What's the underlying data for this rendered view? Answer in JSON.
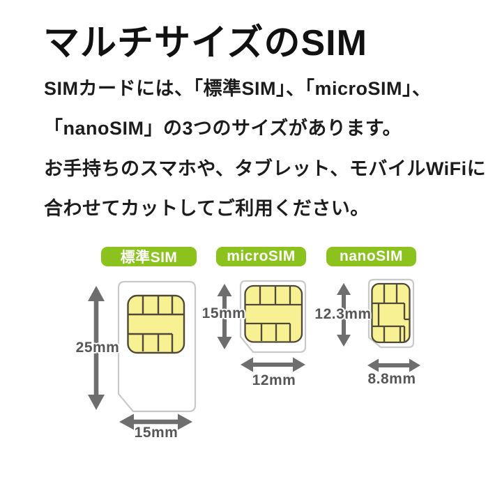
{
  "title": "マルチサイズのSIM",
  "description": {
    "lines": [
      "SIMカードには、「標準SIM」、「microSIM」、",
      "「nanoSIM」の3つのサイズがあります。",
      "お手持ちのスマホや、タブレット、モバイルWiFiに",
      "合わせてカットしてご利用ください。"
    ]
  },
  "sims": [
    {
      "name": "標準SIM",
      "height_label": "25mm",
      "width_label": "15mm"
    },
    {
      "name": "microSIM",
      "height_label": "15mm",
      "width_label": "12mm"
    },
    {
      "name": "nanoSIM",
      "height_label": "12.3mm",
      "width_label": "8.8mm"
    }
  ],
  "colors": {
    "badge_green": "#8cc21e",
    "chip_yellow": "#f8f194",
    "chip_outline": "#4d4837",
    "card_outline": "#c9c9c9",
    "arrow_gray": "#6e6e6e",
    "dimension_text_gray": "#565656",
    "body_text": "#1c1c1c",
    "background": "#ffffff"
  }
}
